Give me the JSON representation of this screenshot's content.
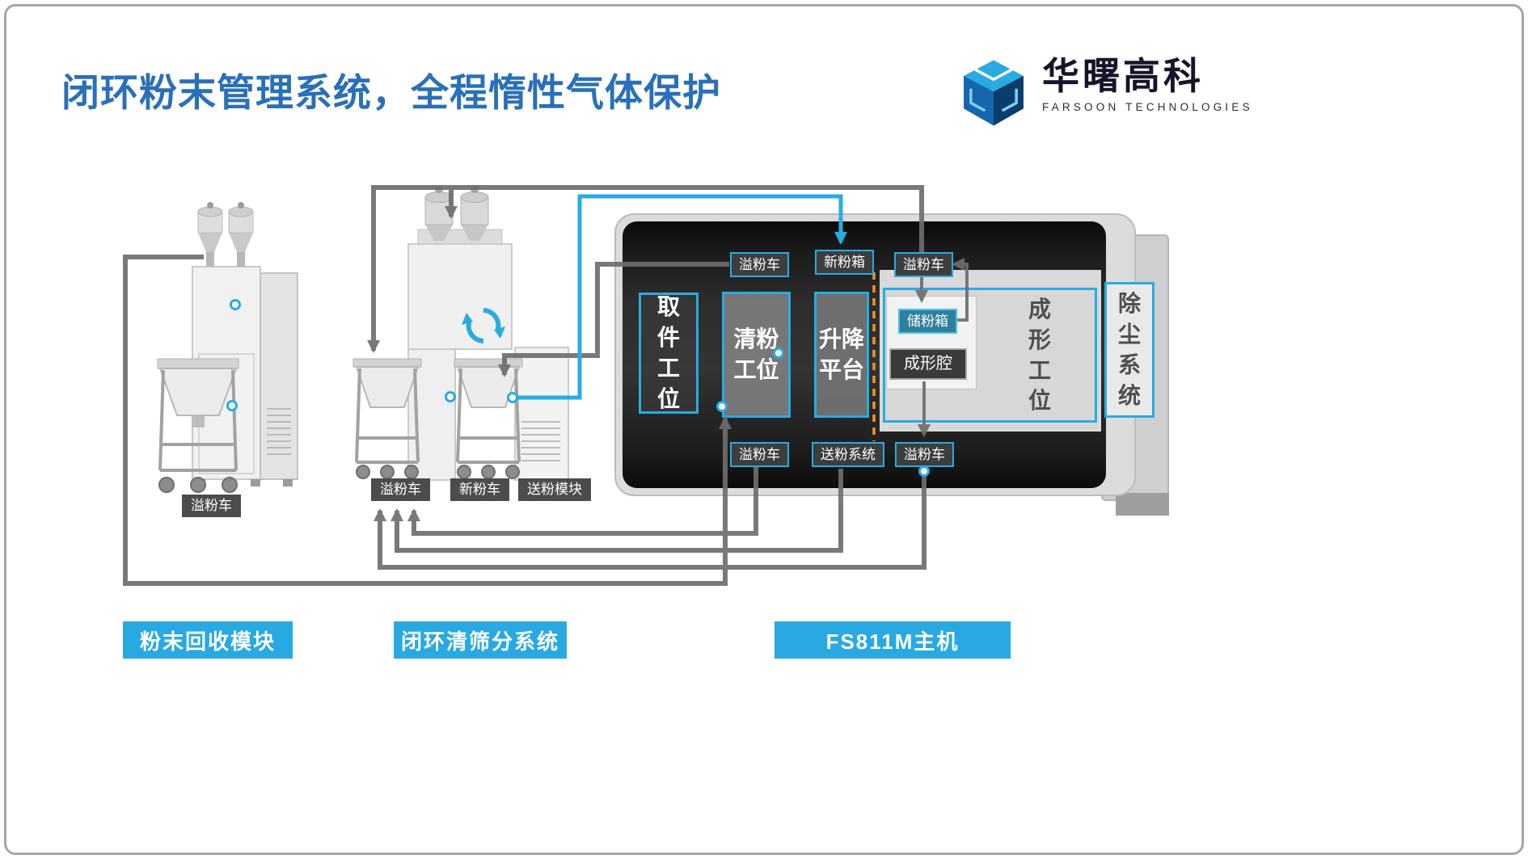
{
  "title": "闭环粉末管理系统，全程惰性气体保护",
  "logo": {
    "brand": "华曙高科",
    "subtitle": "FARSOON TECHNOLOGIES"
  },
  "captions": {
    "recovery": "粉末回收模块",
    "sieving": "闭环清筛分系统",
    "printer": "FS811M主机"
  },
  "recovery": {
    "cart": "溢粉车"
  },
  "sieving": {
    "overflow_cart": "溢粉车",
    "new_powder_cart": "新粉车",
    "feed_module": "送粉模块"
  },
  "printer": {
    "zones": {
      "pickup": "取件工位",
      "cleaning": "清粉工位",
      "lift": "升降平台",
      "forming": "成形工位",
      "dust": "除尘系统"
    },
    "tags": {
      "overflow_top_left": "溢粉车",
      "new_powder_box": "新粉箱",
      "overflow_top_right": "溢粉车",
      "storage_box": "储粉箱",
      "forming_chamber": "成形腔",
      "feed_system": "送粉系统",
      "overflow_bottom_left": "溢粉车",
      "overflow_bottom_right": "溢粉车"
    }
  },
  "colors": {
    "accent_blue": "#29abe2",
    "title_blue": "#2a70b8",
    "arrow_gray": "#6e6e6e",
    "warning_orange": "#f7931e"
  }
}
